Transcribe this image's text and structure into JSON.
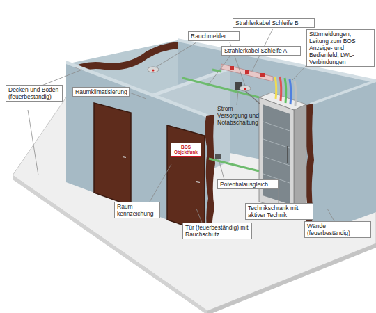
{
  "diagram": {
    "nodes": [
      {
        "text": [
          "Rauchmelder"
        ]
      },
      {
        "text": [
          "Strahlerkabel Schleife B"
        ]
      },
      {
        "text": [
          "Strahlerkabel Schleife A"
        ]
      },
      {
        "text": [
          "Störmeldungen, Leitung zum BOS Anzeige- und Bedienfeld, LWL- Verbindungen"
        ]
      },
      {
        "text": [
          "Decken und Böden (feuerbeständig)"
        ]
      },
      {
        "text": [
          "Raumklimatisierung"
        ]
      },
      {
        "text": [
          "BOS Objektfunk"
        ]
      },
      {
        "text": [
          "Potentialausgleich"
        ]
      },
      {
        "text": [
          "Raum- kennzeichung"
        ]
      },
      {
        "text": [
          "Technikschrank mit aktiver Technik"
        ]
      },
      {
        "text": [
          "Tür (feuerbeständig) mit Rauchschutz"
        ]
      },
      {
        "text": [
          "Wände (feuerbeständig)"
        ]
      }
    ],
    "labels": [
      "Strom- Versorgung und Notabschaltung"
    ]
  }
}
